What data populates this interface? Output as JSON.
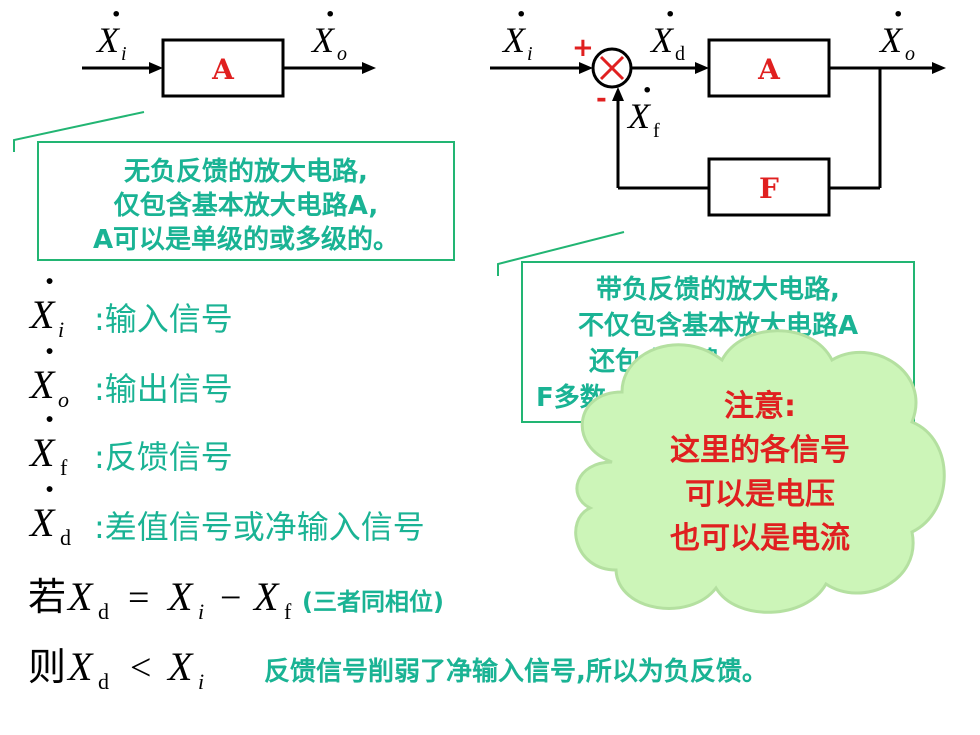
{
  "diagram1": {
    "block_label": "A",
    "input": {
      "var": "X",
      "sub": "i"
    },
    "output": {
      "var": "X",
      "sub": "o"
    }
  },
  "diagram2": {
    "forward_label": "A",
    "feedback_label": "F",
    "plus_sign": "+",
    "minus_sign": "-",
    "input": {
      "var": "X",
      "sub": "i"
    },
    "net": {
      "var": "X",
      "sub": "d"
    },
    "output": {
      "var": "X",
      "sub": "o"
    },
    "feedback": {
      "var": "X",
      "sub": "f"
    }
  },
  "callout_no_feedback": {
    "lines": [
      "无负反馈的放大电路,",
      "仅包含基本放大电路A,",
      "A可以是单级的或多级的。"
    ]
  },
  "callout_feedback": {
    "lines": [
      "带负反馈的放大电路,",
      "不仅包含基本放大电路A",
      "还包含反馈",
      "F多数"
    ]
  },
  "definitions": [
    {
      "var": "X",
      "sub": "i",
      "text": ":输入信号"
    },
    {
      "var": "X",
      "sub": "o",
      "text": ":输出信号"
    },
    {
      "var": "X",
      "sub": "f",
      "text": ":反馈信号"
    },
    {
      "var": "X",
      "sub": "d",
      "text": ":差值信号或净输入信号"
    }
  ],
  "formula1": {
    "prefix": "若",
    "lhs": {
      "var": "X",
      "sub": "d"
    },
    "op1": "=",
    "t1": {
      "var": "X",
      "sub": "i"
    },
    "op2": "−",
    "t2": {
      "var": "X",
      "sub": "f"
    },
    "note": "(三者同相位)"
  },
  "formula2": {
    "prefix": "则",
    "lhs": {
      "var": "X",
      "sub": "d"
    },
    "op": "<",
    "rhs": {
      "var": "X",
      "sub": "i"
    },
    "note": "反馈信号削弱了净输入信号,所以为负反馈。"
  },
  "note_cloud": {
    "lines": [
      "注意:",
      "这里的各信号",
      "可以是电压",
      "也可以是电流"
    ]
  },
  "colors": {
    "black": "#000000",
    "red": "#e02020",
    "teal": "#1ab394",
    "cloud_fill": "#ccf5b8",
    "cloud_stroke": "#b4e0a0",
    "box_stroke": "#22b573"
  }
}
